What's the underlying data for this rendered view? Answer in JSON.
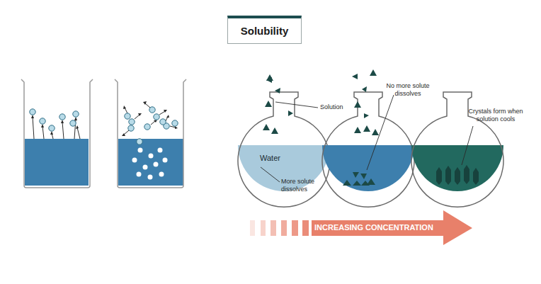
{
  "diagram": {
    "title": "Solubility",
    "labels": [
      "Solution",
      "Water",
      "More solute dissolves",
      "No more solute dissolves",
      "Crystals form when solution cools",
      "INCREASING CONCENTRATION"
    ]
  }
}
